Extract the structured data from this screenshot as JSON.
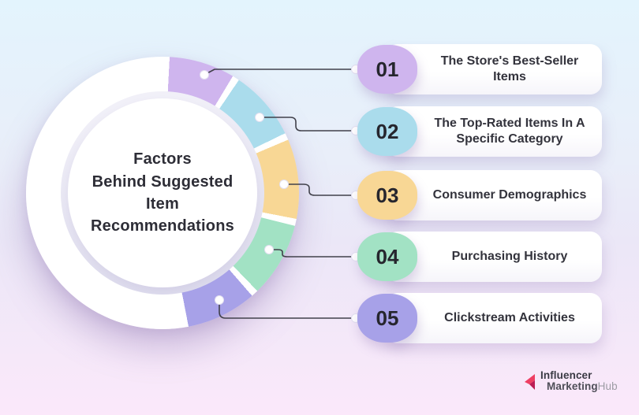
{
  "background": {
    "top_color": "#e3f4fd",
    "mid_color": "#ebe7f7",
    "bottom_color": "#fbe8fa"
  },
  "donut": {
    "title": "Factors\nBehind Suggested\nItem\nRecommendations",
    "ring_base_color": "#ffffff",
    "segments": [
      {
        "item": "01",
        "color": "#cfb5ee",
        "start_deg": 3,
        "end_deg": 31
      },
      {
        "item": "02",
        "color": "#aadcec",
        "start_deg": 34,
        "end_deg": 64
      },
      {
        "item": "03",
        "color": "#f8d795",
        "start_deg": 67,
        "end_deg": 101
      },
      {
        "item": "04",
        "color": "#a2e2c4",
        "start_deg": 104,
        "end_deg": 136
      },
      {
        "item": "05",
        "color": "#a7a1e8",
        "start_deg": 139,
        "end_deg": 169
      }
    ]
  },
  "items": [
    {
      "number": "01",
      "label": "The Store's Best-Seller Items",
      "badge_color": "#cfb5ee"
    },
    {
      "number": "02",
      "label": "The Top-Rated Items In A Specific Category",
      "badge_color": "#aadcec"
    },
    {
      "number": "03",
      "label": "Consumer Demographics",
      "badge_color": "#f8d795"
    },
    {
      "number": "04",
      "label": "Purchasing History",
      "badge_color": "#a2e2c4"
    },
    {
      "number": "05",
      "label": "Clickstream Activities",
      "badge_color": "#a7a1e8"
    }
  ],
  "logo": {
    "line1": "Influencer",
    "line2_dark": "Marketing",
    "line2_light": "Hub",
    "icon_color_light": "#ee3f63",
    "icon_color_dark": "#bb1d55"
  }
}
